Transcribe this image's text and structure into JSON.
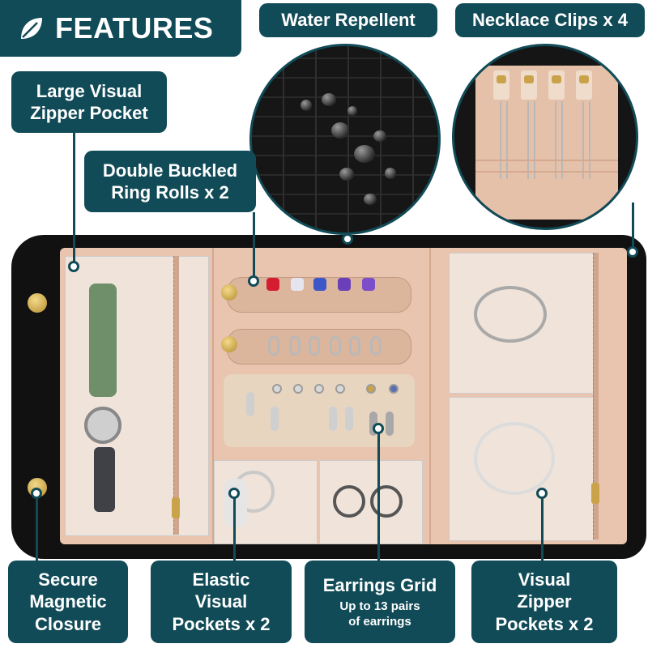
{
  "header": {
    "title": "FEATURES",
    "icon": "leaf-icon"
  },
  "colors": {
    "accent": "#114b57",
    "text": "#ffffff",
    "lining": "#e9c4ae",
    "case": "#111111"
  },
  "callouts": {
    "water_repellent": "Water Repellent",
    "necklace_clips": "Necklace Clips x 4",
    "large_zipper_pocket": [
      "Large Visual",
      "Zipper Pocket"
    ],
    "ring_rolls": [
      "Double Buckled",
      "Ring Rolls x 2"
    ],
    "magnetic_closure": [
      "Secure",
      "Magnetic",
      "Closure"
    ],
    "elastic_pockets": [
      "Elastic",
      "Visual",
      "Pockets x 2"
    ],
    "earrings_grid": {
      "title": "Earrings Grid",
      "subtitle": [
        "Up to 13 pairs",
        "of earrings"
      ]
    },
    "visual_zipper_pockets": [
      "Visual",
      "Zipper",
      "Pockets x 2"
    ]
  }
}
